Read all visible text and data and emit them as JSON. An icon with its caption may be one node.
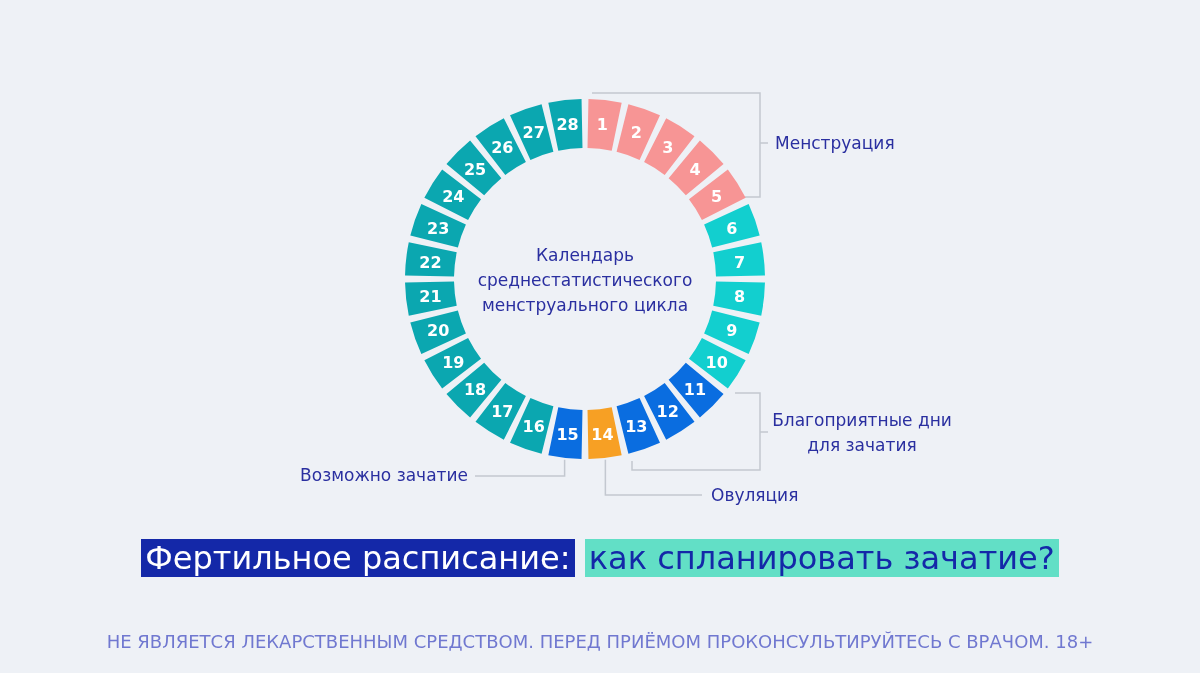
{
  "diagram": {
    "nodes": [
      {
        "text": [
          "1"
        ]
      },
      {
        "text": [
          "2"
        ]
      },
      {
        "text": [
          "3"
        ]
      },
      {
        "text": [
          "4"
        ]
      },
      {
        "text": [
          "5"
        ]
      },
      {
        "text": [
          "6"
        ]
      },
      {
        "text": [
          "7"
        ]
      },
      {
        "text": [
          "8"
        ]
      },
      {
        "text": [
          "9"
        ]
      },
      {
        "text": [
          "10"
        ]
      },
      {
        "text": [
          "11"
        ]
      },
      {
        "text": [
          "12"
        ]
      },
      {
        "text": [
          "13"
        ]
      },
      {
        "text": [
          "14"
        ]
      },
      {
        "text": [
          "15"
        ]
      },
      {
        "text": [
          "16"
        ]
      },
      {
        "text": [
          "17"
        ]
      },
      {
        "text": [
          "18"
        ]
      },
      {
        "text": [
          "19"
        ]
      },
      {
        "text": [
          "20"
        ]
      },
      {
        "text": [
          "21"
        ]
      },
      {
        "text": [
          "22"
        ]
      },
      {
        "text": [
          "23"
        ]
      },
      {
        "text": [
          "24"
        ]
      },
      {
        "text": [
          "25"
        ]
      },
      {
        "text": [
          "26"
        ]
      },
      {
        "text": [
          "27"
        ]
      },
      {
        "text": [
          "28"
        ]
      },
      {
        "text": [
          "Возможно зачатие"
        ]
      },
      {
        "text": [
          "Овуляция"
        ]
      }
    ],
    "edges": [
      {
        "from": 28,
        "to": 14,
        "arrow": "none"
      },
      {
        "from": 29,
        "to": 13,
        "arrow": "none"
      }
    ],
    "labels": [
      "Календарь среднестатистического менструального цикла",
      "Менструация",
      "Благоприятные дни для зачатия",
      "Фертильное расписание:",
      "как спланировать зачатие?",
      "НЕ ЯВЛЯЕТСЯ ЛЕКАРСТВЕННЫМ СРЕДСТВОМ. ПЕРЕД ПРИЁМОМ ПРОКОНСУЛЬТИРУЙТЕСЬ С ВРАЧОМ. 18+"
    ]
  }
}
